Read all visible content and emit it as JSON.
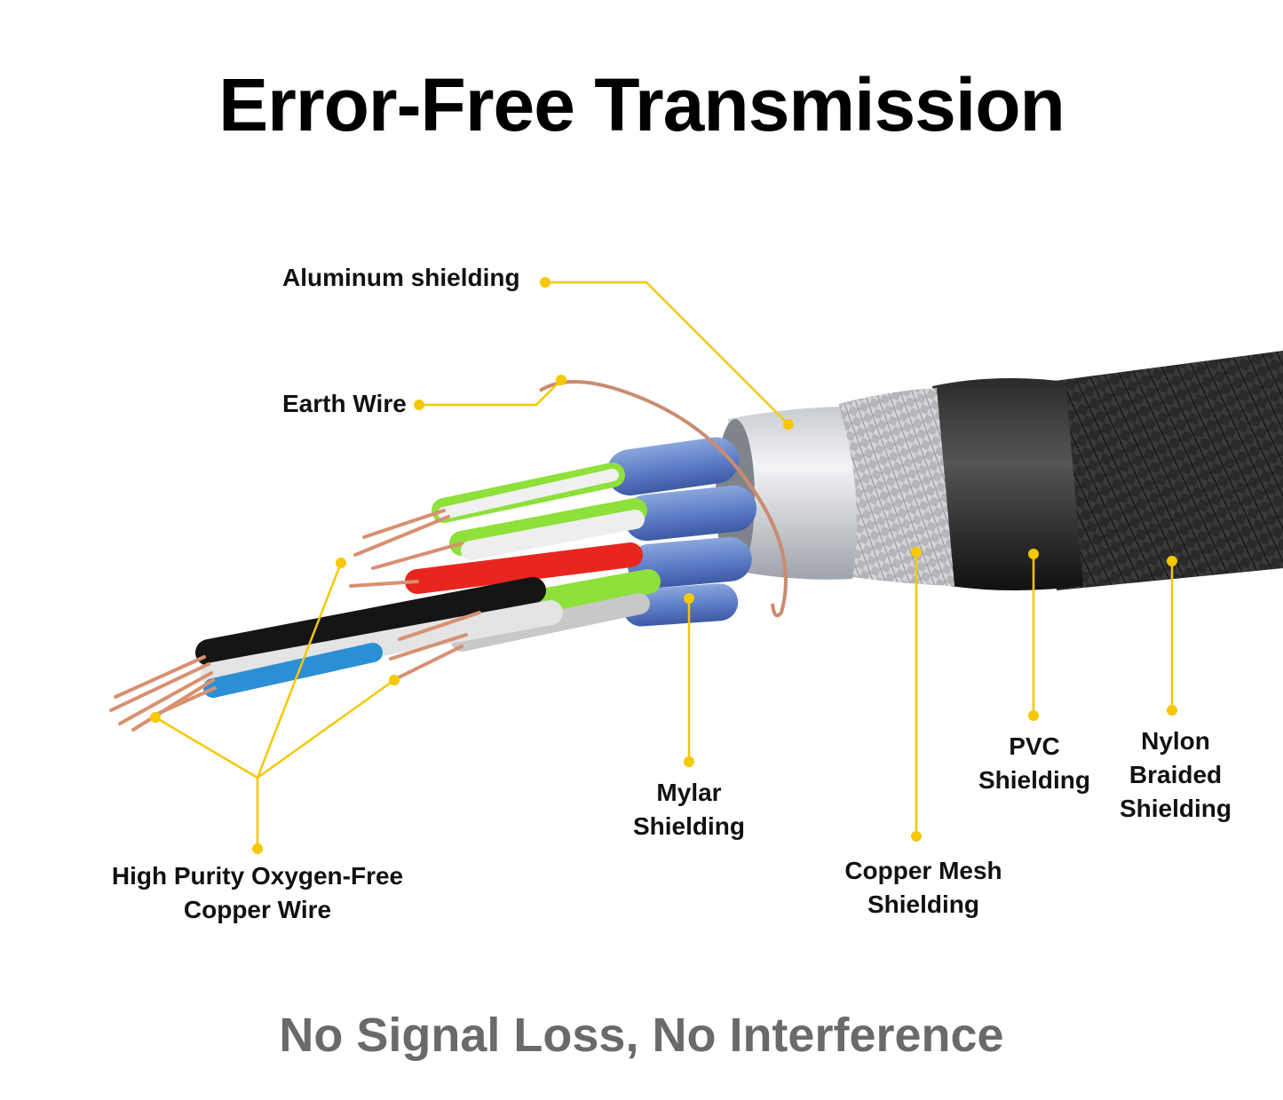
{
  "title": "Error-Free Transmission",
  "tagline": "No Signal Loss, No Interference",
  "accent_color": "#f5c800",
  "labels": {
    "aluminum": "Aluminum shielding",
    "earth": "Earth Wire",
    "copper_wire": [
      "High Purity Oxygen-Free",
      "Copper Wire"
    ],
    "mylar": [
      "Mylar",
      "Shielding"
    ],
    "copper_mesh": [
      "Copper Mesh",
      "Shielding"
    ],
    "pvc": [
      "PVC",
      "Shielding"
    ],
    "nylon": [
      "Nylon",
      "Braided",
      "Shielding"
    ]
  }
}
